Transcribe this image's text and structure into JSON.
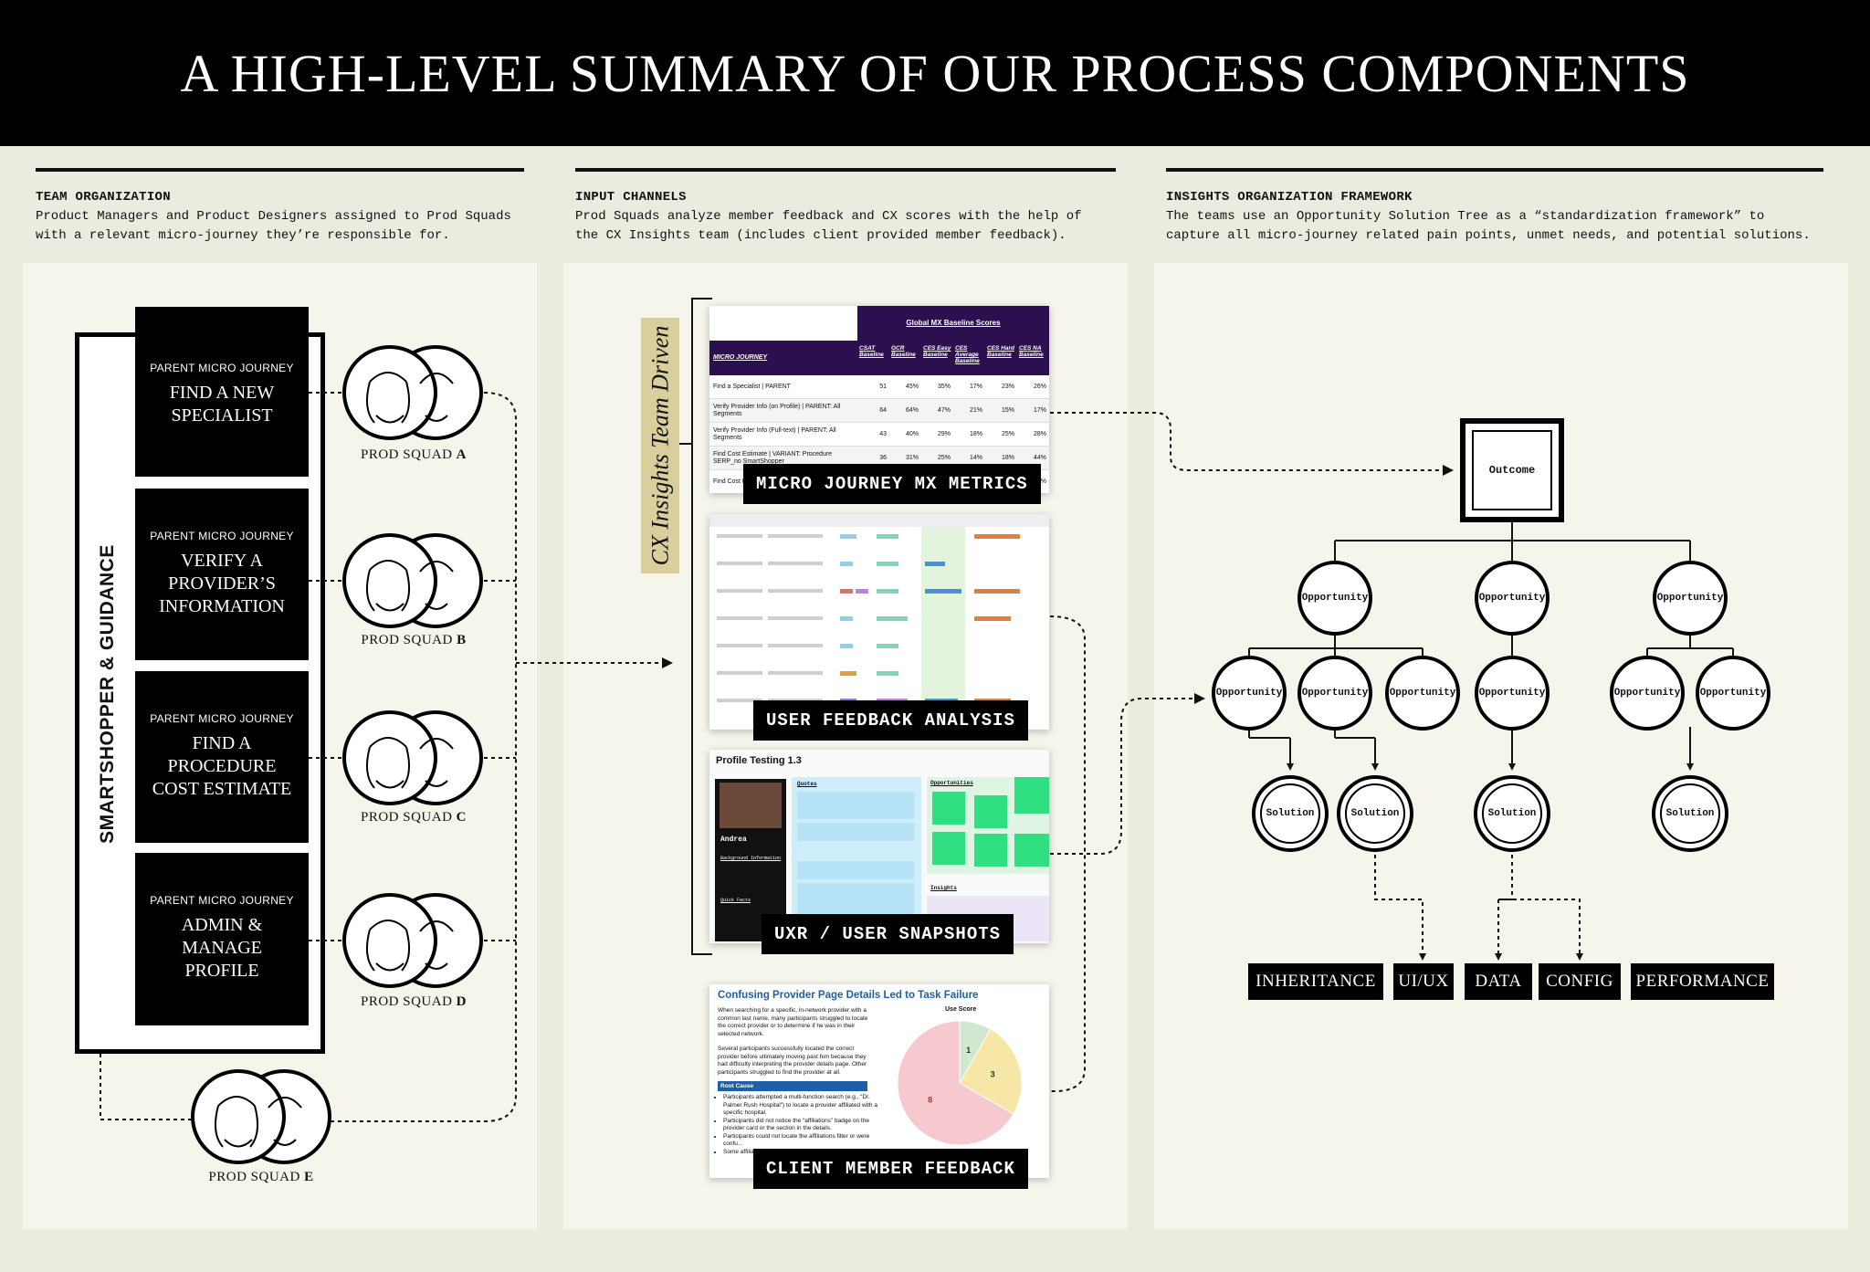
{
  "header": {
    "title": "A HIGH-LEVEL SUMMARY OF OUR PROCESS COMPONENTS"
  },
  "sections": [
    {
      "title": "TEAM ORGANIZATION",
      "desc": "Product Managers and Product Designers assigned to Prod Squads\nwith a relevant micro-journey they’re responsible for."
    },
    {
      "title": "INPUT CHANNELS",
      "desc": "Prod Squads analyze member feedback and CX scores with the help of\nthe CX Insights team (includes client provided member feedback)."
    },
    {
      "title": "INSIGHTS ORGANIZATION FRAMEWORK",
      "desc": "The teams use an Opportunity Solution Tree as a “standardization framework” to\ncapture all micro-journey related pain points, unmet needs, and potential solutions."
    }
  ],
  "team": {
    "vertical_label": "SMARTSHOPPER & GUIDANCE",
    "journeys": [
      {
        "small": "PARENT MICRO JOURNEY",
        "name": "FIND A NEW\nSPECIALIST"
      },
      {
        "small": "PARENT MICRO JOURNEY",
        "name": "VERIFY A\nPROVIDER’S\nINFORMATION"
      },
      {
        "small": "PARENT MICRO JOURNEY",
        "name": "FIND A\nPROCEDURE\nCOST ESTIMATE"
      },
      {
        "small": "PARENT MICRO JOURNEY",
        "name": "ADMIN &\nMANAGE\nPROFILE"
      }
    ],
    "squads": [
      {
        "prefix": "PROD SQUAD",
        "letter": "A"
      },
      {
        "prefix": "PROD SQUAD",
        "letter": "B"
      },
      {
        "prefix": "PROD SQUAD",
        "letter": "C"
      },
      {
        "prefix": "PROD SQUAD",
        "letter": "D"
      },
      {
        "prefix": "PROD SQUAD",
        "letter": "E"
      }
    ]
  },
  "inputs": {
    "vertical_label": "CX Insights Team Driven",
    "cards": [
      {
        "label": "MICRO JOURNEY MX METRICS"
      },
      {
        "label": "USER FEEDBACK ANALYSIS"
      },
      {
        "label": "UXR / USER SNAPSHOTS"
      },
      {
        "label": "CLIENT MEMBER FEEDBACK"
      }
    ],
    "metrics_table": {
      "banner": "Global MX Baseline Scores",
      "col0": "MICRO JOURNEY",
      "columns": [
        "CSAT Baseline",
        "GCR Baseline",
        "CES Easy Baseline",
        "CES Average Baseline",
        "CES Hard Baseline",
        "CES NA Baseline"
      ],
      "rows": [
        {
          "name": "Find a Specialist | PARENT",
          "vals": [
            "51",
            "45%",
            "35%",
            "17%",
            "23%",
            "26%"
          ]
        },
        {
          "name": "Verify Provider Info (on Profile) | PARENT: All Segments",
          "vals": [
            "64",
            "64%",
            "47%",
            "21%",
            "15%",
            "17%"
          ]
        },
        {
          "name": "Verify Provider Info (Full-text) | PARENT: All Segments",
          "vals": [
            "43",
            "40%",
            "29%",
            "18%",
            "25%",
            "28%"
          ]
        },
        {
          "name": "Find Cost Estimate | VARIANT: Procedure SERP_no SmartShopper",
          "vals": [
            "36",
            "31%",
            "25%",
            "14%",
            "18%",
            "44%"
          ]
        },
        {
          "name": "Find Cost E... SmartShop...",
          "vals": [
            "",
            "",
            "",
            "",
            "",
            "33%"
          ]
        }
      ]
    },
    "snapshot": {
      "title": "Profile Testing 1.3",
      "name": "Andrea",
      "quotes": "Quotes",
      "opportunities": "Opportunities",
      "insights": "Insights",
      "background": "Background Information",
      "quick_facts": "Quick Facts"
    },
    "client_feedback": {
      "title": "Confusing Provider Page Details Led to Task Failure",
      "p1": "When searching for a specific, in-network provider with a common last name, many participants struggled to locate the correct provider or to determine if he was in their selected network.",
      "p2": "Several participants successfully located the correct provider before ultimately moving past him because they had difficulty interpreting the provider details page. Other participants struggled to find the provider at all.",
      "root_cause": "Root Cause",
      "bullets": [
        "Participants attempted a multi-function search (e.g., “Dr. Palmer Rush Hospital”) to locate a provider affiliated with a specific hospital.",
        "Participants did not notice the “affiliations” badge on the provider card or the section in the details.",
        "Participants could not locate the affiliations filter or were confu...",
        "Some affilia... dropdown... under “Loca..."
      ],
      "chart_title": "Use Score",
      "pie": [
        {
          "value": 1,
          "color": "#cfe8cf"
        },
        {
          "value": 3,
          "color": "#f7e7a6"
        },
        {
          "value": 8,
          "color": "#f6c9cf"
        }
      ]
    }
  },
  "framework": {
    "outcome": "Outcome",
    "opportunity_label": "Opportunity",
    "solution_label": "Solution",
    "categories": [
      "INHERITANCE",
      "UI/UX",
      "DATA",
      "CONFIG",
      "PERFORMANCE"
    ]
  },
  "colors": {
    "purple_header": "#2b0f4f",
    "accent_blue": "#1f5fa8",
    "tag_beige": "#d8cf9c"
  }
}
